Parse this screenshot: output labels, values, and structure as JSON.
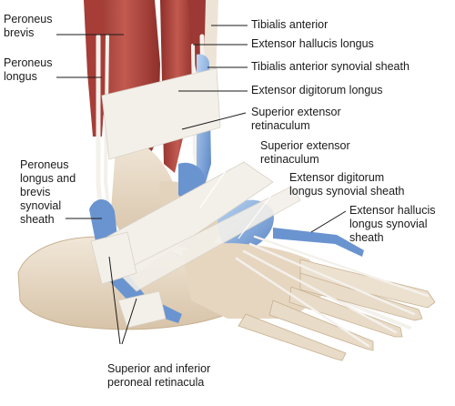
{
  "labels": {
    "peroneus_brevis": "Peroneus\nbrevis",
    "peroneus_longus": "Peroneus\nlongus",
    "tibialis_anterior": "Tibialis anterior",
    "extensor_hallucis_longus": "Extensor hallucis longus",
    "tibialis_anterior_synovial_sheath": "Tibialis anterior synovial sheath",
    "extensor_digitorum_longus": "Extensor digitorum longus",
    "superior_extensor_retinaculum_1": "Superior extensor\nretinaculum",
    "superior_extensor_retinaculum_2": "Superior extensor\nretinaculum",
    "extensor_digitorum_longus_synovial_sheath": "Extensor digitorum\nlongus synovial sheath",
    "extensor_hallucis_longus_synovial_sheath": "Extensor hallucis\nlongus synovial\nsheath",
    "peroneus_longus_brevis_synovial_sheath": "Peroneus\nlongus and\nbrevis\nsynovial\nsheath",
    "peroneal_retinacula": "Superior and inferior\nperoneal retinacula"
  },
  "colors": {
    "muscle": "#b4463f",
    "muscle_dark": "#8e2f2a",
    "bone": "#e9dccb",
    "bone_shadow": "#cdb89d",
    "tendon": "#f1ede6",
    "retinaculum": "#f3f0ea",
    "synovial_sheath": "#5a86c8",
    "synovial_sheath_light": "#a9c8ee",
    "text": "#1a1a1a"
  }
}
